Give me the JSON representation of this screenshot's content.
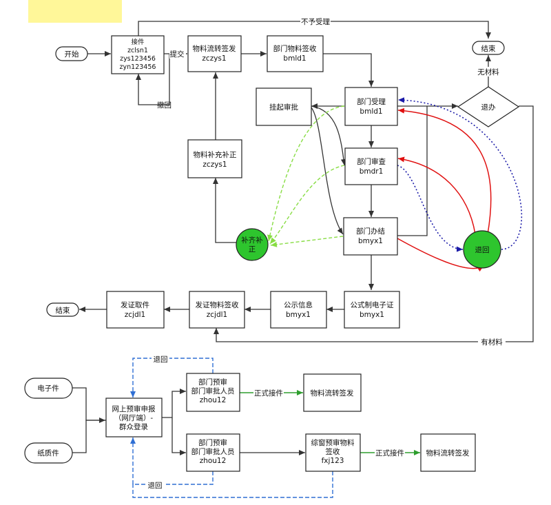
{
  "colors": {
    "highlight": "#fff799",
    "green_node": "#2ec52e",
    "red_line": "#e01010",
    "blue_dot": "#1a1aa8",
    "green_dash": "#88dd44",
    "blue_dash": "#2f6fd4",
    "green_arrow": "#2e9e2e"
  },
  "nodes": {
    "start": "开始",
    "receive": [
      "接件",
      "zclsn1",
      "zys123456",
      "zyn123456"
    ],
    "transfer_sign": [
      "物料流转签发",
      "zczys1"
    ],
    "dept_receive": [
      "部门物料签收",
      "bmld1"
    ],
    "end_top": "结束",
    "suspend": "挂起审批",
    "dept_accept": [
      "部门受理",
      "bmld1"
    ],
    "return_decision": "退办",
    "dept_review": [
      "部门审查",
      "bmdr1"
    ],
    "supplement_correct": [
      "物料补充补正",
      "zczys1"
    ],
    "supplement_node": [
      "补齐补",
      "正"
    ],
    "dept_finish": [
      "部门办结",
      "bmyx1"
    ],
    "return_node": "退回",
    "end_left": "结束",
    "cert_pickup": [
      "发证取件",
      "zcjdl1"
    ],
    "cert_sign": [
      "发证物料签收",
      "zcjdl1"
    ],
    "publicity": [
      "公示信息",
      "bmyx1"
    ],
    "e_license": [
      "公式制电子证",
      "bmyx1"
    ],
    "e_file": "电子件",
    "paper_file": "纸质件",
    "online_pre": [
      "网上预审申报",
      "（网厅端）-",
      "群众登录"
    ],
    "dept_pre1": [
      "部门预审",
      "部门审批人员",
      "zhou12"
    ],
    "transfer_sign2": "物料流转签发",
    "dept_pre2": [
      "部门预审",
      "部门审批人员",
      "zhou12"
    ],
    "window_pre": [
      "综窗预审物料",
      "签收",
      "fxj123"
    ],
    "transfer_sign3": "物料流转签发"
  },
  "labels": {
    "not_accept": "不予受理",
    "submit": "提交",
    "withdraw": "撤回",
    "no_material": "无材料",
    "has_material": "有材料",
    "return_top": "退回",
    "return_bottom": "退回",
    "formal_receive1": "正式接件",
    "formal_receive2": "正式接件"
  }
}
